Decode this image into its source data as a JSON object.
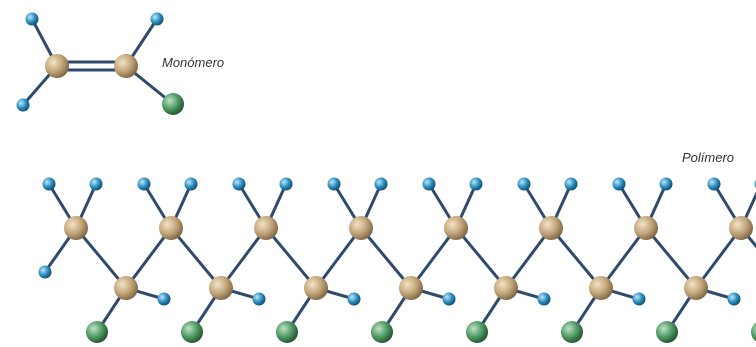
{
  "labels": {
    "monomer": "Monómero",
    "polymer": "Polímero"
  },
  "atom_types": {
    "carbon": {
      "element": "C",
      "color": "#c2a57a"
    },
    "hydrogen": {
      "element": "H",
      "color": "#2a8fc0"
    },
    "chlorine": {
      "element": "Cl",
      "color": "#4e9a63"
    }
  },
  "bond_color": "#2f4a6b",
  "monomer": {
    "double_bond": true,
    "substituents": [
      "H",
      "H",
      "H",
      "Cl"
    ]
  },
  "polymer": {
    "visible_repeat_units": 8,
    "repeat_unit": [
      "C",
      "C",
      "H",
      "H",
      "H",
      "Cl"
    ]
  }
}
